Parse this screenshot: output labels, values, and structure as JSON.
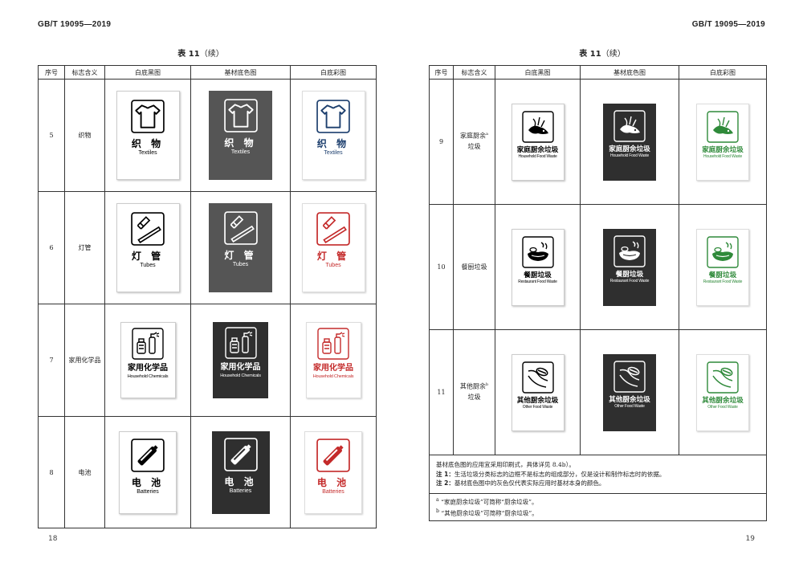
{
  "header": {
    "standard": "GB/T 19095—2019"
  },
  "left_page": {
    "table_caption_label": "表 11",
    "table_caption_suffix": "（续）",
    "columns": [
      "序号",
      "标志含义",
      "白底黑图",
      "基材底色图",
      "白底彩图"
    ],
    "rows": [
      {
        "no": "5",
        "meaning": "织物",
        "zh": "织 物",
        "en": "Textiles",
        "icon": "shirt-icon",
        "color": "#1d3f6e"
      },
      {
        "no": "6",
        "meaning": "灯管",
        "zh": "灯 管",
        "en": "Tubes",
        "icon": "tube-icon",
        "color": "#c42a2a"
      },
      {
        "no": "7",
        "meaning": "家用化学品",
        "zh": "家用化学品",
        "en": "Household Chemicals",
        "icon": "chemicals-icon",
        "color": "#c42a2a"
      },
      {
        "no": "8",
        "meaning": "电池",
        "zh": "电 池",
        "en": "Batteries",
        "icon": "battery-icon",
        "color": "#c42a2a"
      }
    ],
    "page_number": "18"
  },
  "right_page": {
    "table_caption_label": "表 11",
    "table_caption_suffix": "（续）",
    "columns": [
      "序号",
      "标志含义",
      "白底黑图",
      "基材底色图",
      "白底彩图"
    ],
    "rows": [
      {
        "no": "9",
        "meaning_line1": "家庭厨余",
        "meaning_line2": "垃圾",
        "meaning_sup": "a",
        "zh": "家庭厨余垃圾",
        "en": "Household Food Waste",
        "icon": "household-food-waste-icon",
        "color": "#2f8a3a"
      },
      {
        "no": "10",
        "meaning_line1": "餐厨垃圾",
        "meaning_line2": "",
        "meaning_sup": "",
        "zh": "餐厨垃圾",
        "en": "Restaurant Food Waste",
        "icon": "restaurant-food-waste-icon",
        "color": "#2f8a3a"
      },
      {
        "no": "11",
        "meaning_line1": "其他厨余",
        "meaning_line2": "垃圾",
        "meaning_sup": "b",
        "zh": "其他厨余垃圾",
        "en": "Other Food Waste",
        "icon": "other-food-waste-icon",
        "color": "#2f8a3a"
      }
    ],
    "notes": {
      "line1": "基材底色图的应用宜采用印刷式，具体详见 8.4b）。",
      "note1_label": "注 1：",
      "note1": "生活垃圾分类标志的边框不是标志的组成部分，仅是设计和制作标志时的依据。",
      "note2_label": "注 2：",
      "note2": "基材底色图中的灰色仅代表实际应用时基材本身的颜色。"
    },
    "footnotes": {
      "a_mark": "a",
      "a": "“家庭厨余垃圾”可简称“厨余垃圾”。",
      "b_mark": "b",
      "b": "“其他厨余垃圾”可简称“厨余垃圾”。"
    },
    "page_number": "19"
  }
}
